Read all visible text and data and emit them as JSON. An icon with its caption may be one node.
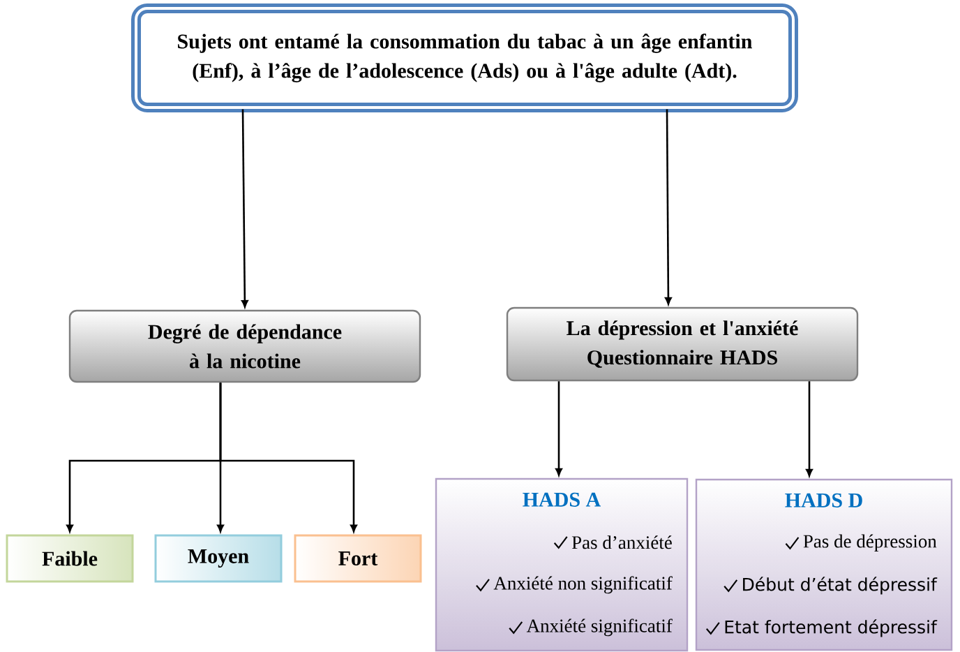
{
  "diagram": {
    "nodes": [
      {
        "text": [
          "Sujets ont entamé la consommation du tabac à un âge enfantin (Enf), à l’âge de l’adolescence (Ads) ou à l'âge adulte (Adt)."
        ]
      },
      {
        "text": [
          "Degré de dépendance à la nicotine"
        ]
      },
      {
        "text": [
          "La dépression et l'anxiété Questionnaire HADS"
        ]
      },
      {
        "text": [
          "Faible"
        ]
      },
      {
        "text": [
          "Moyen"
        ]
      },
      {
        "text": [
          "Fort"
        ]
      },
      {
        "text": [
          "HADS A",
          "Pas d’anxiété",
          "Anxiété non significatif",
          "Anxiété significatif"
        ]
      },
      {
        "text": [
          "HADS D",
          "Pas de dépression",
          "Début d’état dépressif",
          "Etat fortement dépressif"
        ]
      }
    ],
    "edges": [
      {
        "from": 0,
        "to": 1,
        "arrow": "to"
      },
      {
        "from": 0,
        "to": 2,
        "arrow": "to"
      },
      {
        "from": 1,
        "to": 3,
        "arrow": "to"
      },
      {
        "from": 1,
        "to": 4,
        "arrow": "to"
      },
      {
        "from": 1,
        "to": 5,
        "arrow": "to"
      },
      {
        "from": 2,
        "to": 6,
        "arrow": "to"
      },
      {
        "from": 2,
        "to": 7,
        "arrow": "to"
      }
    ]
  }
}
